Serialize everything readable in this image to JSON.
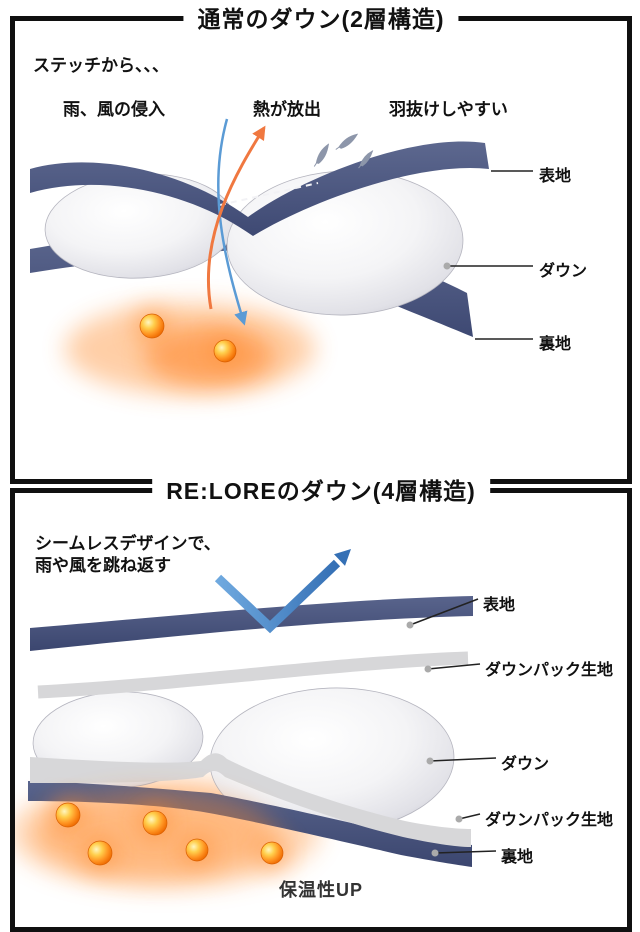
{
  "top_panel": {
    "title": "通常のダウン(2層構造)",
    "annotations": {
      "stitch": "ステッチから、、、",
      "rain_wind": "雨、風の侵入",
      "heat_release": "熱が放出",
      "feather_loss": "羽抜けしやすい"
    },
    "labels": {
      "outer_fabric": "表地",
      "down": "ダウン",
      "lining": "裏地"
    }
  },
  "bottom_panel": {
    "title": "RE:LOREのダウン(4層構造)",
    "annotations": {
      "seamless_line1": "シームレスデザインで、",
      "seamless_line2": "雨や風を跳ね返す"
    },
    "labels": {
      "outer_fabric": "表地",
      "down_pack_top": "ダウンパック生地",
      "down": "ダウン",
      "down_pack_bottom": "ダウンパック生地",
      "lining": "裏地"
    },
    "footer": "保温性UP"
  },
  "colors": {
    "fabric_navy": "#49547f",
    "band_gray": "#d7d7d9",
    "heat_orange": "#ff8c2e",
    "rain_arrow_blue": "#5b9bd5",
    "heat_arrow_orange": "#f07840",
    "bounce_arrow_blue": "#3f7bbf"
  }
}
